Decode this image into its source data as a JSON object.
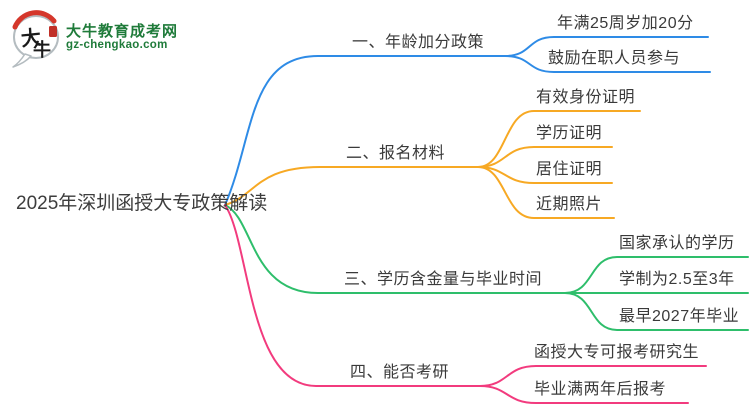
{
  "logo": {
    "mark_chars": [
      "大",
      "牛"
    ],
    "title": "大牛教育成考网",
    "url": "gz-chengkao.com",
    "brand_green": "#1F7B3A",
    "accent_red": "#D5372B"
  },
  "center": {
    "title": "2025年深圳函授大专政策解读"
  },
  "branches": [
    {
      "label": "一、年龄加分政策",
      "color": "#2E8BE6",
      "children": [
        "年满25周岁加20分",
        "鼓励在职人员参与"
      ]
    },
    {
      "label": "二、报名材料",
      "color": "#F7A924",
      "children": [
        "有效身份证明",
        "学历证明",
        "居住证明",
        "近期照片"
      ]
    },
    {
      "label": "三、学历含金量与毕业时间",
      "color": "#2EBE6B",
      "children": [
        "国家承认的学历",
        "学制为2.5至3年",
        "最早2027年毕业"
      ]
    },
    {
      "label": "四、能否考研",
      "color": "#F23B7E",
      "children": [
        "函授大专可报考研究生",
        "毕业满两年后报考"
      ]
    }
  ]
}
